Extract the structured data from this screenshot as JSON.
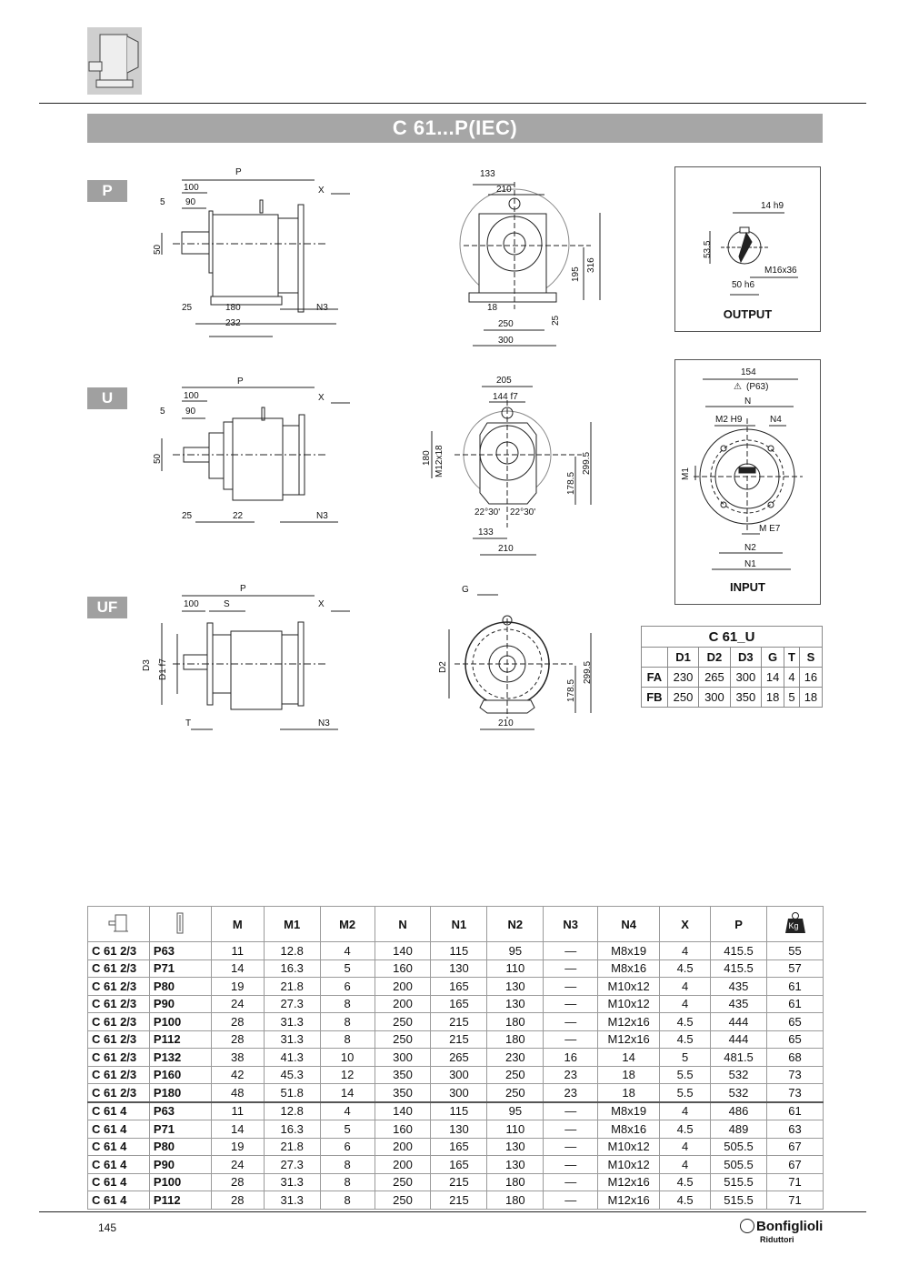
{
  "header": {
    "product_thumbnail": "gear-reducer-thumbnail",
    "title": "C 61...P(IEC)"
  },
  "views": {
    "P": {
      "tag": "P",
      "side": {
        "P": "P",
        "d100": "100",
        "d5": "5",
        "d90": "90",
        "X": "X",
        "d50": "50",
        "d25": "25",
        "d180": "180",
        "d232": "232",
        "N3": "N3"
      },
      "front": {
        "d133": "133",
        "d210": "210",
        "d316": "316",
        "d195": "195",
        "d18": "18",
        "d25": "25",
        "d250": "250",
        "d300": "300"
      }
    },
    "U": {
      "tag": "U",
      "side": {
        "P": "P",
        "d100": "100",
        "d5": "5",
        "d90": "90",
        "X": "X",
        "d50": "50",
        "d25": "25",
        "d22": "22",
        "N3": "N3"
      },
      "front": {
        "d205": "205",
        "d144": "144 f7",
        "d180": "180",
        "m12": "M12x18",
        "d1785": "178.5",
        "d2995": "299.5",
        "a1": "22°30'",
        "a2": "22°30'",
        "d133": "133",
        "d210": "210"
      }
    },
    "UF": {
      "tag": "UF",
      "side": {
        "P": "P",
        "d100": "100",
        "S": "S",
        "X": "X",
        "D3": "D3",
        "D1": "D1 f7",
        "T": "T",
        "N3": "N3"
      },
      "front": {
        "G": "G",
        "D2": "D2",
        "d1785": "178.5",
        "d2995": "299.5",
        "d210": "210"
      }
    }
  },
  "output_box": {
    "label": "OUTPUT",
    "key": "14 h9",
    "height": "53.5",
    "thread": "M16x36",
    "shaft": "50 h6"
  },
  "input_box": {
    "label": "INPUT",
    "d154": "154",
    "warning": "(P63)",
    "N": "N",
    "M2": "M2 H9",
    "N4": "N4",
    "M1": "M1",
    "M": "M E7",
    "N2": "N2",
    "N1": "N1"
  },
  "u_table": {
    "caption": "C 61_U",
    "headers": [
      "",
      "D1",
      "D2",
      "D3",
      "G",
      "T",
      "S"
    ],
    "rows": [
      [
        "FA",
        "230",
        "265",
        "300",
        "14",
        "4",
        "16"
      ],
      [
        "FB",
        "250",
        "300",
        "350",
        "18",
        "5",
        "18"
      ]
    ]
  },
  "main_table": {
    "headers": [
      "gearbox-icon",
      "flange-icon",
      "M",
      "M1",
      "M2",
      "N",
      "N1",
      "N2",
      "N3",
      "N4",
      "X",
      "P",
      "weight-kg-icon"
    ],
    "weight_label": "Kg",
    "rows": [
      [
        "C 61 2/3",
        "P63",
        "11",
        "12.8",
        "4",
        "140",
        "115",
        "95",
        "—",
        "M8x19",
        "4",
        "415.5",
        "55"
      ],
      [
        "C 61 2/3",
        "P71",
        "14",
        "16.3",
        "5",
        "160",
        "130",
        "110",
        "—",
        "M8x16",
        "4.5",
        "415.5",
        "57"
      ],
      [
        "C 61 2/3",
        "P80",
        "19",
        "21.8",
        "6",
        "200",
        "165",
        "130",
        "—",
        "M10x12",
        "4",
        "435",
        "61"
      ],
      [
        "C 61 2/3",
        "P90",
        "24",
        "27.3",
        "8",
        "200",
        "165",
        "130",
        "—",
        "M10x12",
        "4",
        "435",
        "61"
      ],
      [
        "C 61 2/3",
        "P100",
        "28",
        "31.3",
        "8",
        "250",
        "215",
        "180",
        "—",
        "M12x16",
        "4.5",
        "444",
        "65"
      ],
      [
        "C 61 2/3",
        "P112",
        "28",
        "31.3",
        "8",
        "250",
        "215",
        "180",
        "—",
        "M12x16",
        "4.5",
        "444",
        "65"
      ],
      [
        "C 61 2/3",
        "P132",
        "38",
        "41.3",
        "10",
        "300",
        "265",
        "230",
        "16",
        "14",
        "5",
        "481.5",
        "68"
      ],
      [
        "C 61 2/3",
        "P160",
        "42",
        "45.3",
        "12",
        "350",
        "300",
        "250",
        "23",
        "18",
        "5.5",
        "532",
        "73"
      ],
      [
        "C 61 2/3",
        "P180",
        "48",
        "51.8",
        "14",
        "350",
        "300",
        "250",
        "23",
        "18",
        "5.5",
        "532",
        "73"
      ],
      [
        "C 61 4",
        "P63",
        "11",
        "12.8",
        "4",
        "140",
        "115",
        "95",
        "—",
        "M8x19",
        "4",
        "486",
        "61"
      ],
      [
        "C 61 4",
        "P71",
        "14",
        "16.3",
        "5",
        "160",
        "130",
        "110",
        "—",
        "M8x16",
        "4.5",
        "489",
        "63"
      ],
      [
        "C 61 4",
        "P80",
        "19",
        "21.8",
        "6",
        "200",
        "165",
        "130",
        "—",
        "M10x12",
        "4",
        "505.5",
        "67"
      ],
      [
        "C 61 4",
        "P90",
        "24",
        "27.3",
        "8",
        "200",
        "165",
        "130",
        "—",
        "M10x12",
        "4",
        "505.5",
        "67"
      ],
      [
        "C 61 4",
        "P100",
        "28",
        "31.3",
        "8",
        "250",
        "215",
        "180",
        "—",
        "M12x16",
        "4.5",
        "515.5",
        "71"
      ],
      [
        "C 61 4",
        "P112",
        "28",
        "31.3",
        "8",
        "250",
        "215",
        "180",
        "—",
        "M12x16",
        "4.5",
        "515.5",
        "71"
      ]
    ]
  },
  "footer": {
    "page_number": "145",
    "brand": "Bonfiglioli",
    "brand_sub": "Riduttori"
  }
}
